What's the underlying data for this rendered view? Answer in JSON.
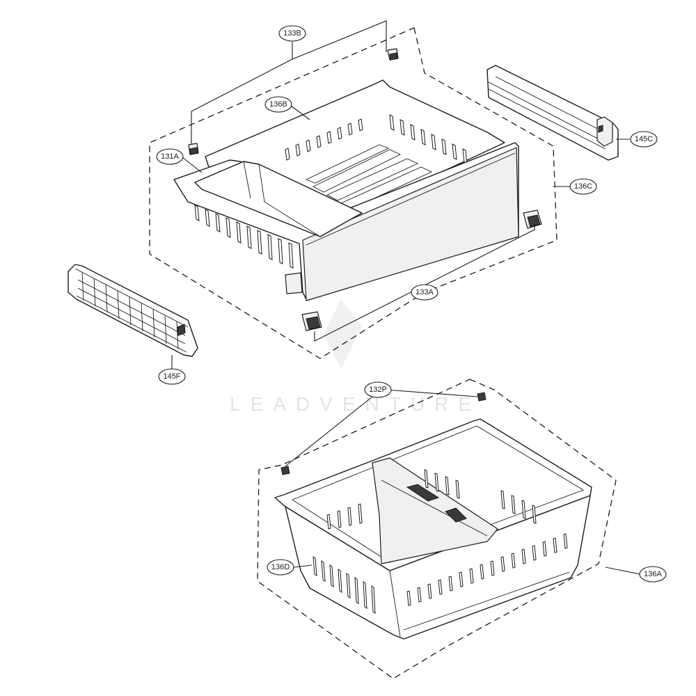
{
  "watermark": "LEADVENTURE",
  "callouts": {
    "c133B": "133B",
    "c136B": "136B",
    "c131A": "131A",
    "c145C": "145C",
    "c136C": "136C",
    "c133A": "133A",
    "c145F": "145F",
    "c132P": "132P",
    "c136D": "136D",
    "c136A": "136A"
  }
}
